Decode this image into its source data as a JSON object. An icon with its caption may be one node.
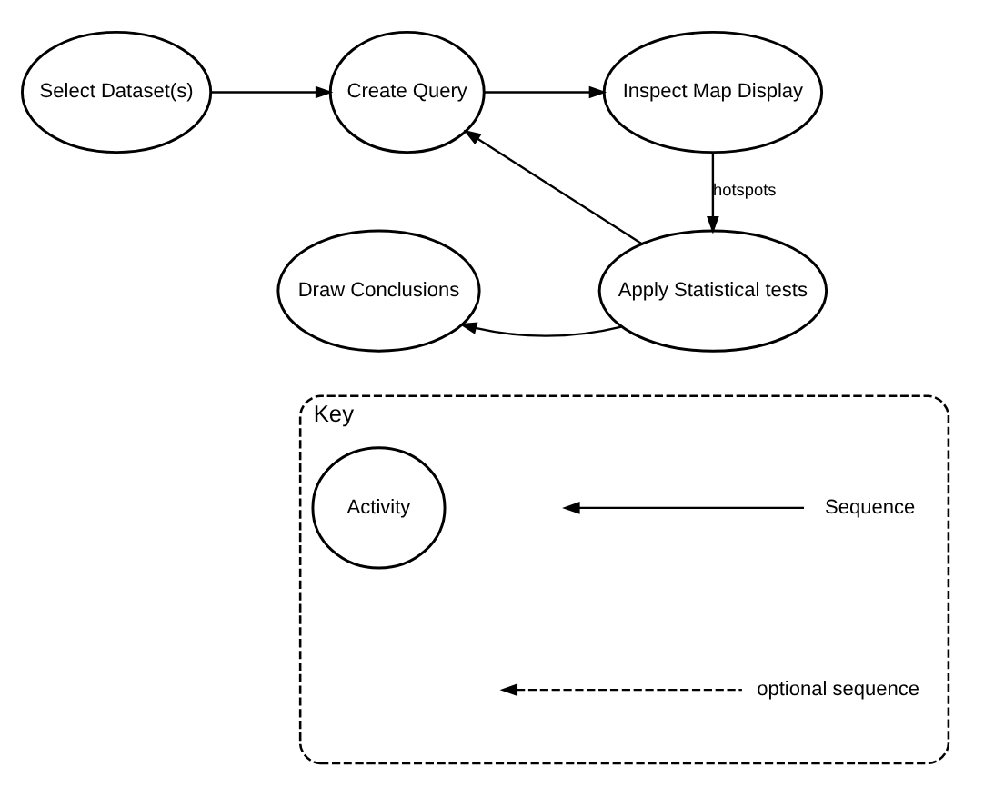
{
  "diagram": {
    "nodes": [
      {
        "text": [
          "Select Dataset(s)"
        ]
      },
      {
        "text": [
          "Create Query"
        ]
      },
      {
        "text": [
          "Inspect Map Display"
        ]
      },
      {
        "text": [
          "Apply Statistical tests"
        ]
      },
      {
        "text": [
          "Draw Conclusions"
        ]
      },
      {
        "text": [
          "Key"
        ]
      },
      {
        "text": [
          "Activity"
        ],
        "in": 5
      }
    ],
    "edges": [
      {
        "from": 0,
        "to": 1,
        "arrow": "to"
      },
      {
        "from": 1,
        "to": 2,
        "arrow": "to"
      },
      {
        "from": 2,
        "to": 3,
        "arrow": "to",
        "label": "hotspots"
      },
      {
        "from": 3,
        "to": 1,
        "arrow": "to"
      },
      {
        "from": 3,
        "to": 4,
        "arrow": "to"
      }
    ],
    "legend": [
      {
        "text": "Sequence"
      },
      {
        "text": "optional sequence"
      }
    ]
  }
}
